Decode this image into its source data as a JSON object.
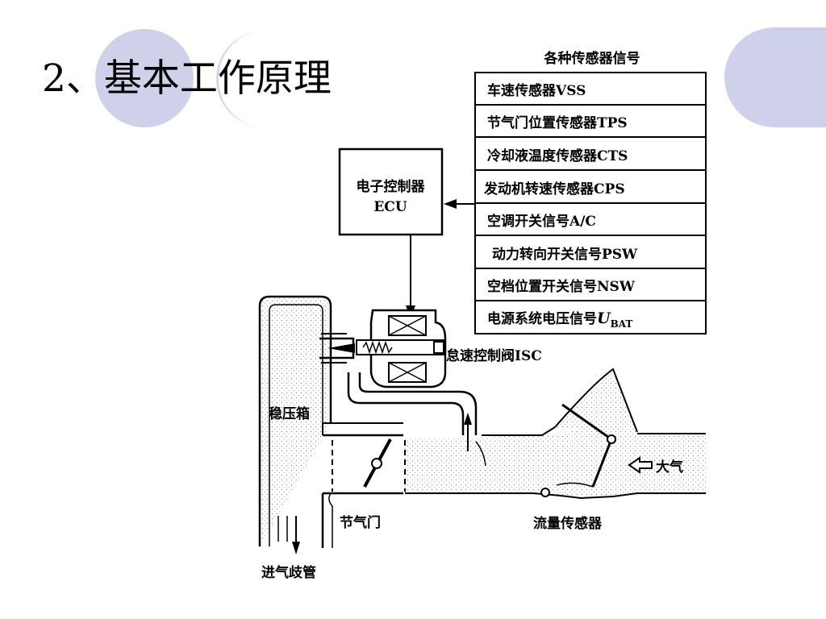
{
  "slide": {
    "title": "2、基本工作原理",
    "accent_color": "#cfd0ea"
  },
  "diagram": {
    "sensors_header": "各种传感器信号",
    "sensor_rows": [
      "车速传感器VSS",
      "节气门位置传感器TPS",
      "冷却液温度传感器CTS",
      "发动机转速传感器CPS",
      "空调开关信号A/C",
      "动力转向开关信号PSW",
      "空档位置开关信号NSW"
    ],
    "voltage_row": {
      "label": "电源系统电压信号",
      "symbol": "U",
      "subscript": "BAT"
    },
    "ecu": {
      "line1": "电子控制器",
      "line2": "ECU"
    },
    "isc_valve_label": "怠速控制阀ISC",
    "surge_tank_label": "稳压箱",
    "throttle_label": "节气门",
    "flow_sensor_label": "流量传感器",
    "atmosphere_label": "大气",
    "intake_manifold_label": "进气歧管"
  }
}
